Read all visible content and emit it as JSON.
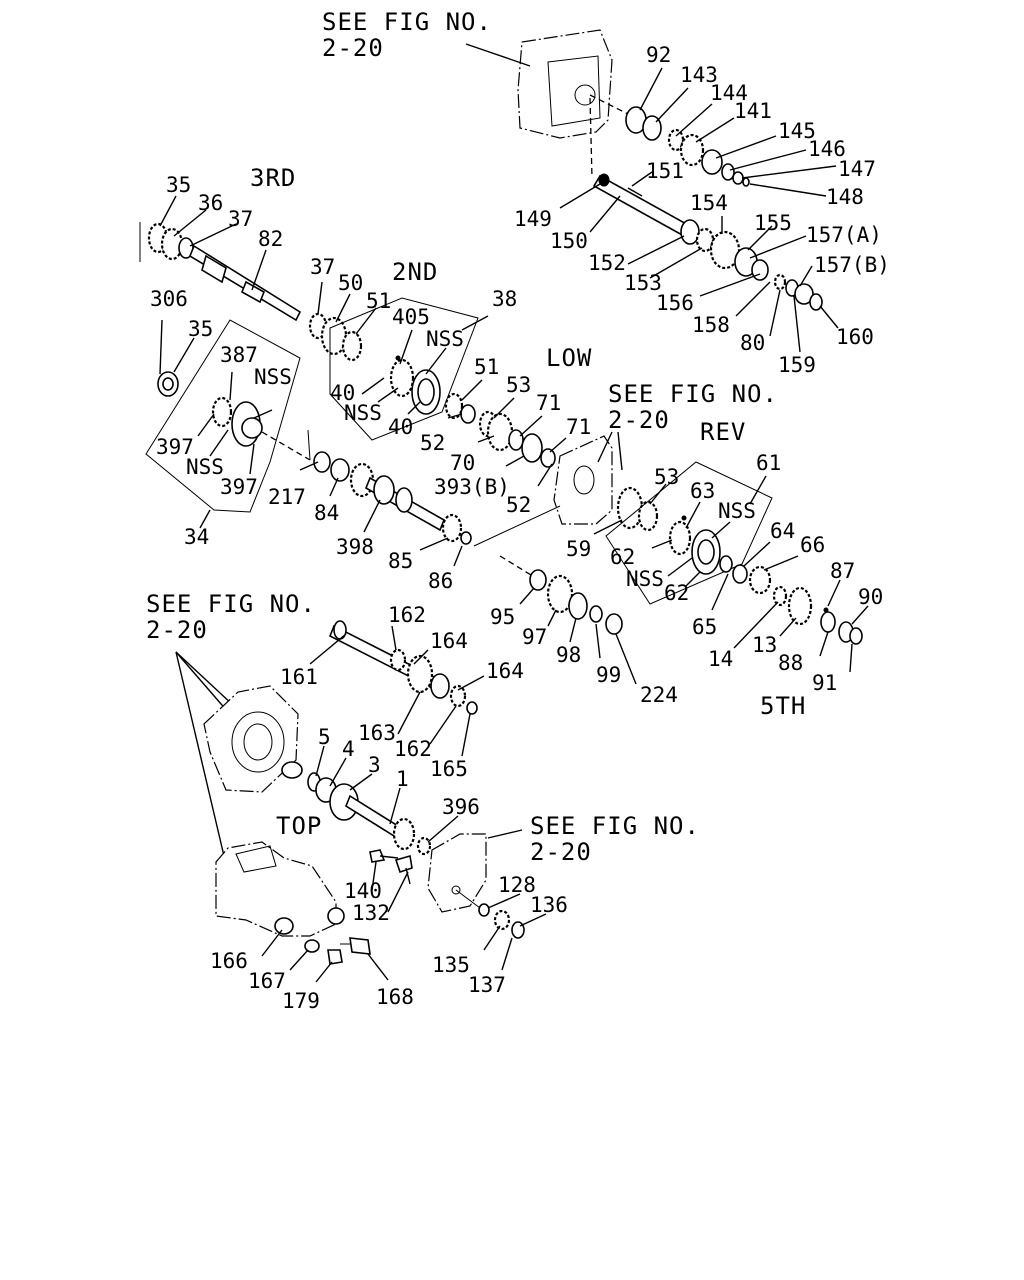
{
  "headings": {
    "see_fig_top": [
      "SEE FIG NO.",
      "2-20"
    ],
    "see_fig_mid": [
      "SEE FIG NO.",
      "2-20"
    ],
    "see_fig_left": [
      "SEE FIG NO.",
      "2-20"
    ],
    "see_fig_bottom": [
      "SEE FIG NO.",
      "2-20"
    ],
    "third": "3RD",
    "second": "2ND",
    "low": "LOW",
    "rev": "REV",
    "fifth": "5TH",
    "top": "TOP"
  },
  "labels": {
    "l92": "92",
    "l143": "143",
    "l144": "144",
    "l141": "141",
    "l145": "145",
    "l146": "146",
    "l147": "147",
    "l148": "148",
    "l149": "149",
    "l150": "150",
    "l151": "151",
    "l152": "152",
    "l153": "153",
    "l154": "154",
    "l155": "155",
    "l156": "156",
    "l157a": "157(A)",
    "l157b": "157(B)",
    "l158": "158",
    "l159": "159",
    "l160": "160",
    "l80": "80",
    "l35a": "35",
    "l36": "36",
    "l37a": "37",
    "l82": "82",
    "l37b": "37",
    "l50": "50",
    "l51a": "51",
    "l38": "38",
    "l405": "405",
    "l40a": "40",
    "l40b": "40",
    "nss1": "NSS",
    "nss2": "NSS",
    "l306": "306",
    "l35b": "35",
    "l387": "387",
    "nss3": "NSS",
    "l397a": "397",
    "nss4": "NSS",
    "l397b": "397",
    "l34": "34",
    "l51b": "51",
    "l53a": "53",
    "l71a": "71",
    "l71b": "71",
    "l52a": "52",
    "l70": "70",
    "l393b": "393(B)",
    "l52b": "52",
    "l217": "217",
    "l84": "84",
    "l398": "398",
    "l85": "85",
    "l86": "86",
    "l53b": "53",
    "l59": "59",
    "l61": "61",
    "l63": "63",
    "nss5": "NSS",
    "l62a": "62",
    "nss6": "NSS",
    "l62b": "62",
    "l64": "64",
    "l66": "66",
    "l65": "65",
    "l14": "14",
    "l13": "13",
    "l87": "87",
    "l90": "90",
    "l88": "88",
    "l91": "91",
    "l95": "95",
    "l97": "97",
    "l98": "98",
    "l99": "99",
    "l224": "224",
    "l162a": "162",
    "l161": "161",
    "l164a": "164",
    "l164b": "164",
    "l163": "163",
    "l162b": "162",
    "l165": "165",
    "l5": "5",
    "l4": "4",
    "l3": "3",
    "l1": "1",
    "l396": "396",
    "l140": "140",
    "l132": "132",
    "l128": "128",
    "l136": "136",
    "l135": "135",
    "l137": "137",
    "l166": "166",
    "l167": "167",
    "l179": "179",
    "l168": "168"
  }
}
